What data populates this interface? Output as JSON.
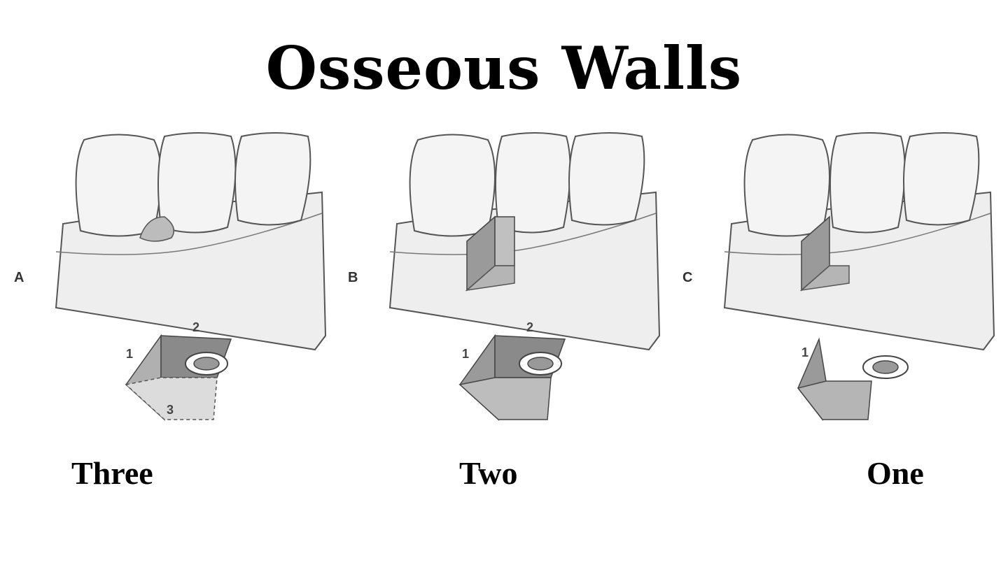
{
  "title": "Osseous Walls",
  "panels": [
    {
      "letter": "A",
      "caption": "Three",
      "wall_numbers": [
        "1",
        "2",
        "3"
      ]
    },
    {
      "letter": "B",
      "caption": "Two",
      "wall_numbers": [
        "1",
        "2"
      ]
    },
    {
      "letter": "C",
      "caption": "One",
      "wall_numbers": [
        "1"
      ]
    }
  ],
  "colors": {
    "tooth": "#f4f4f4",
    "bone": "#eeeeee",
    "outline": "#555555",
    "wall_dark": "#8a8a8a",
    "wall_light": "#c8c8c8"
  }
}
